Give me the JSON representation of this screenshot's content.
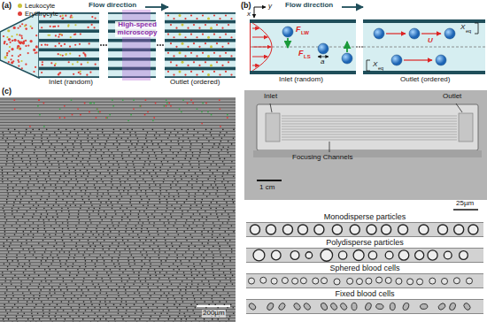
{
  "diagram": {
    "nodes": [
      {
        "text": [
          "Monodisperse particles"
        ]
      },
      {
        "text": [
          "Polydisperse particles"
        ]
      },
      {
        "text": [
          "Sphered blood cells"
        ]
      },
      {
        "text": [
          "Fixed blood cells"
        ]
      }
    ],
    "labels": [
      "(a)",
      "Flow direction",
      "High-speed microscopy",
      "Inlet (random)",
      "Outlet (ordered)",
      "(b)",
      "x",
      "y",
      "Flow direction",
      "F",
      "LW",
      "F",
      "LS",
      "a",
      "Inlet (random)",
      "X",
      "eq",
      "X",
      "eq",
      "U",
      "Outlet (ordered)",
      "(c)",
      "200µm",
      "Inlet",
      "Outlet",
      "Focusing Channels",
      "1 cm",
      "25µm"
    ],
    "legend": [
      {
        "text": "Leukocyte",
        "color": "#c9c23a"
      },
      {
        "text": "Erythrocyte",
        "color": "#e0403a"
      }
    ]
  }
}
